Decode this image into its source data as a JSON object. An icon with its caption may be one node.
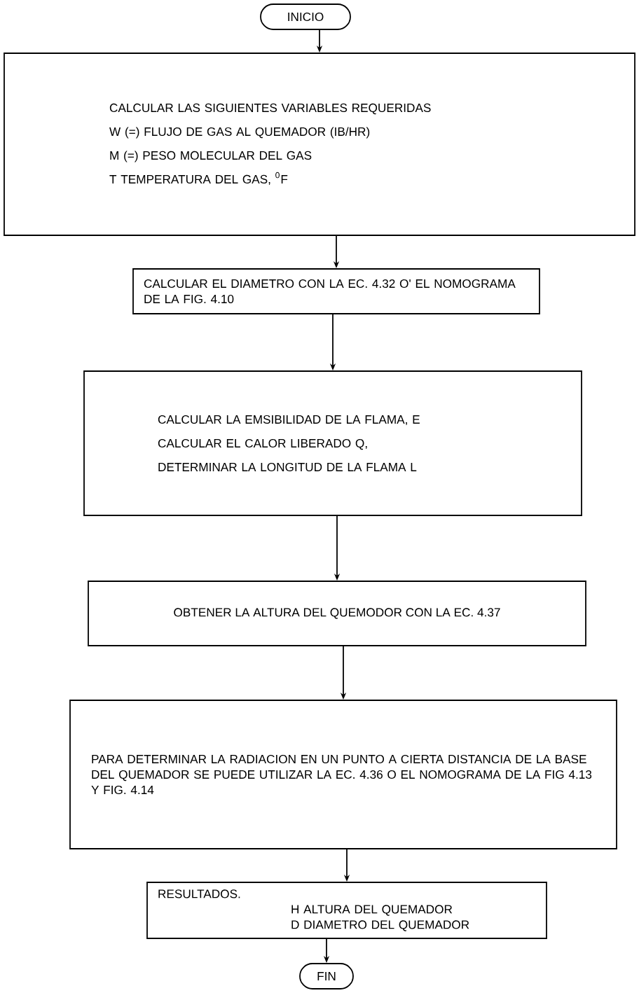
{
  "diagram": {
    "nodes": [
      {
        "text": [
          "INICIO"
        ]
      },
      {
        "text": [
          "CALCULAR LAS SIGUIENTES VARIABLES REQUERIDAS",
          "W (=) FLUJO DE GAS AL QUEMADOR (IB/HR)",
          "M (=) PESO MOLECULAR DEL GAS",
          "T TEMPERATURA DEL GAS, $^{0}$F"
        ]
      },
      {
        "text": [
          "CALCULAR EL DIAMETRO CON LA EC. 4.32 O' EL NOMOGRAMA DE LA FIG. 4.10"
        ]
      },
      {
        "text": [
          "CALCULAR LA EMSIBILIDAD DE LA FLAMA, E",
          "CALCULAR EL CALOR LIBERADO Q,",
          "DETERMINAR LA LONGITUD DE LA FLAMA L"
        ]
      },
      {
        "text": [
          "OBTENER LA ALTURA DEL QUEMODOR CON LA EC. 4.37"
        ]
      },
      {
        "text": [
          "PARA DETERMINAR LA RADIACION EN UN PUNTO A CIERTA DISTANCIA DE LA BASE DEL QUEMADOR SE PUEDE UTILIZAR LA EC. 4.36 O EL NOMOGRAMA DE LA FIG 4.13 Y FIG. 4.14"
        ]
      },
      {
        "text": [
          "RESULTADOS.",
          "H ALTURA DEL QUEMADOR",
          "D DIAMETRO DEL QUEMADOR"
        ]
      },
      {
        "text": [
          "FIN"
        ]
      }
    ],
    "edges": [
      {
        "from": 0,
        "to": 1,
        "arrow": "to"
      },
      {
        "from": 1,
        "to": 2,
        "arrow": "to"
      },
      {
        "from": 2,
        "to": 3,
        "arrow": "to"
      },
      {
        "from": 3,
        "to": 4,
        "arrow": "to"
      },
      {
        "from": 4,
        "to": 5,
        "arrow": "to"
      },
      {
        "from": 5,
        "to": 6,
        "arrow": "to"
      },
      {
        "from": 6,
        "to": 7,
        "arrow": "to"
      }
    ]
  }
}
